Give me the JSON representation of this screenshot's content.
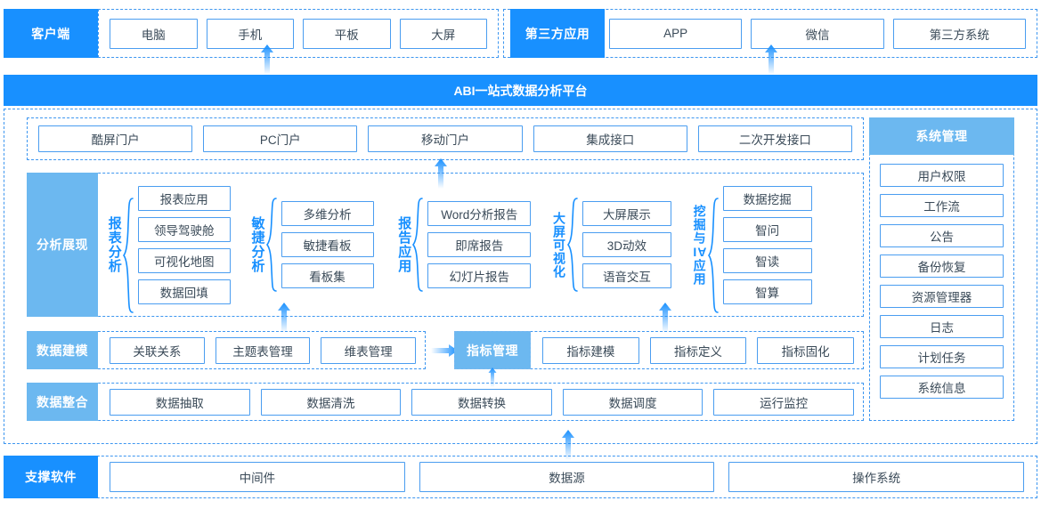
{
  "colors": {
    "primary": "#1890ff",
    "light": "#6cb8f0",
    "border": "#4a9df0",
    "text": "#3a4a58"
  },
  "clients": {
    "header": "客户端",
    "items": [
      "电脑",
      "手机",
      "平板",
      "大屏"
    ]
  },
  "third_party": {
    "header": "第三方应用",
    "items": [
      "APP",
      "微信",
      "第三方系统"
    ]
  },
  "platform": {
    "title": "ABI一站式数据分析平台"
  },
  "portals": {
    "items": [
      "酷屏门户",
      "PC门户",
      "移动门户",
      "集成接口",
      "二次开发接口"
    ]
  },
  "analysis": {
    "header": "分析展现",
    "groups": [
      {
        "label": "报表分析",
        "items": [
          "报表应用",
          "领导驾驶舱",
          "可视化地图",
          "数据回填"
        ]
      },
      {
        "label": "敏捷分析",
        "items": [
          "多维分析",
          "敏捷看板",
          "看板集"
        ]
      },
      {
        "label": "报告应用",
        "items": [
          "Word分析报告",
          "即席报告",
          "幻灯片报告"
        ]
      },
      {
        "label": "大屏可视化",
        "items": [
          "大屏展示",
          "3D动效",
          "语音交互"
        ]
      },
      {
        "label": "挖掘与AI应用",
        "label_prefix": "挖掘与",
        "label_rot": "AI",
        "label_suffix": "应用",
        "items": [
          "数据挖掘",
          "智问",
          "智读",
          "智算"
        ]
      }
    ]
  },
  "data_modeling": {
    "header": "数据建模",
    "items": [
      "关联关系",
      "主题表管理",
      "维表管理"
    ]
  },
  "index_management": {
    "header": "指标管理",
    "items": [
      "指标建模",
      "指标定义",
      "指标固化"
    ]
  },
  "data_integration": {
    "header": "数据整合",
    "items": [
      "数据抽取",
      "数据清洗",
      "数据转换",
      "数据调度",
      "运行监控"
    ]
  },
  "system_management": {
    "header": "系统管理",
    "items": [
      "用户权限",
      "工作流",
      "公告",
      "备份恢复",
      "资源管理器",
      "日志",
      "计划任务",
      "系统信息"
    ]
  },
  "support_software": {
    "header": "支撑软件",
    "items": [
      "中间件",
      "数据源",
      "操作系统"
    ]
  }
}
